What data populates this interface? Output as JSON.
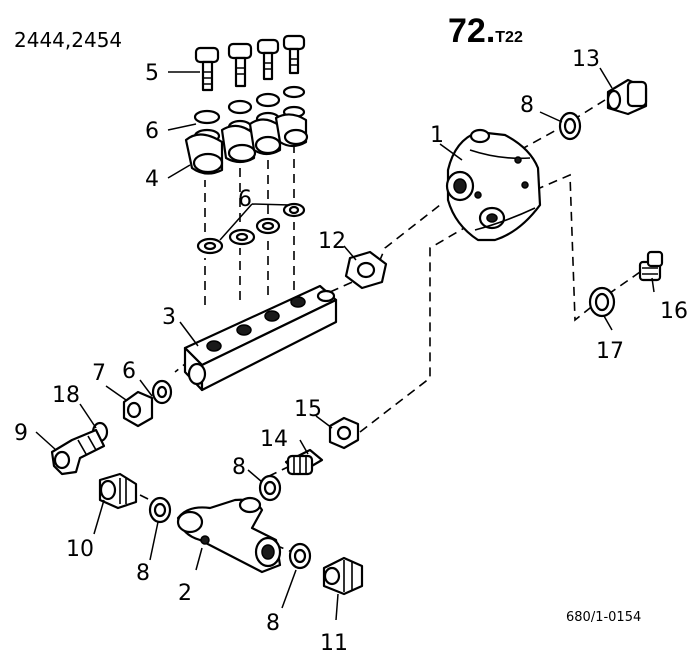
{
  "header": {
    "model_numbers": "2444,2454",
    "page_ref_main": "72.",
    "page_ref_suffix": "T22",
    "drawing_number": "680/1-0154"
  },
  "callouts": [
    {
      "id": "c1",
      "label": "1"
    },
    {
      "id": "c2",
      "label": "2"
    },
    {
      "id": "c3",
      "label": "3"
    },
    {
      "id": "c4",
      "label": "4"
    },
    {
      "id": "c5",
      "label": "5"
    },
    {
      "id": "c6a",
      "label": "6"
    },
    {
      "id": "c6b",
      "label": "6"
    },
    {
      "id": "c6c",
      "label": "6"
    },
    {
      "id": "c7",
      "label": "7"
    },
    {
      "id": "c8a",
      "label": "8"
    },
    {
      "id": "c8b",
      "label": "8"
    },
    {
      "id": "c8c",
      "label": "8"
    },
    {
      "id": "c8d",
      "label": "8"
    },
    {
      "id": "c9",
      "label": "9"
    },
    {
      "id": "c10",
      "label": "10"
    },
    {
      "id": "c11",
      "label": "11"
    },
    {
      "id": "c12",
      "label": "12"
    },
    {
      "id": "c13",
      "label": "13"
    },
    {
      "id": "c14",
      "label": "14"
    },
    {
      "id": "c15",
      "label": "15"
    },
    {
      "id": "c16",
      "label": "16"
    },
    {
      "id": "c17",
      "label": "17"
    },
    {
      "id": "c18",
      "label": "18"
    }
  ]
}
